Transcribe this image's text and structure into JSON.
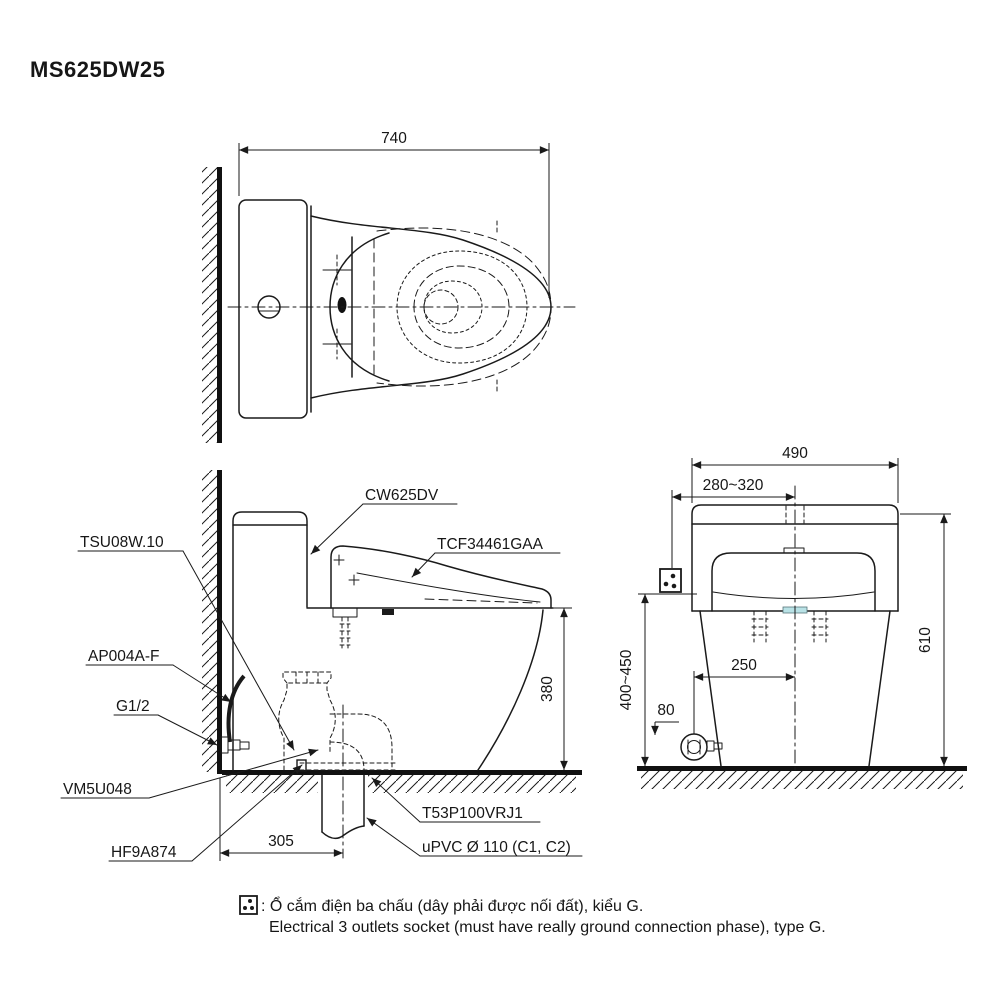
{
  "title": "MS625DW25",
  "colors": {
    "line": "#1a1a1a",
    "background": "#ffffff",
    "inlet_accent": "#b9e2e6"
  },
  "top_view": {
    "dim_total_depth": "740"
  },
  "side_view": {
    "dim_seat_height": "380",
    "dim_drain_to_wall": "305",
    "labels": {
      "tank_unit": "CW625DV",
      "washlet_seat": "TCF34461GAA",
      "flush_valve_unit": "TSU08W.10",
      "supply_hose": "AP004A-F",
      "water_supply_thread": "G1/2",
      "drain_socket": "VM5U048",
      "fixing_kit": "HF9A874",
      "drain_connector": "T53P100VRJ1",
      "drain_pipe": "uPVC Ø 110 (C1, C2)"
    }
  },
  "front_view": {
    "dim_width": "490",
    "dim_outlet_offset": "280~320",
    "dim_height": "610",
    "dim_outlet_height": "400~450",
    "dim_valve_offset": "250",
    "dim_valve_height": "80"
  },
  "note": {
    "vietnamese": ": Ổ cắm điện ba chấu (dây phải được nối đất), kiểu G.",
    "english": "Electrical 3 outlets socket (must have really ground connection phase), type G."
  }
}
